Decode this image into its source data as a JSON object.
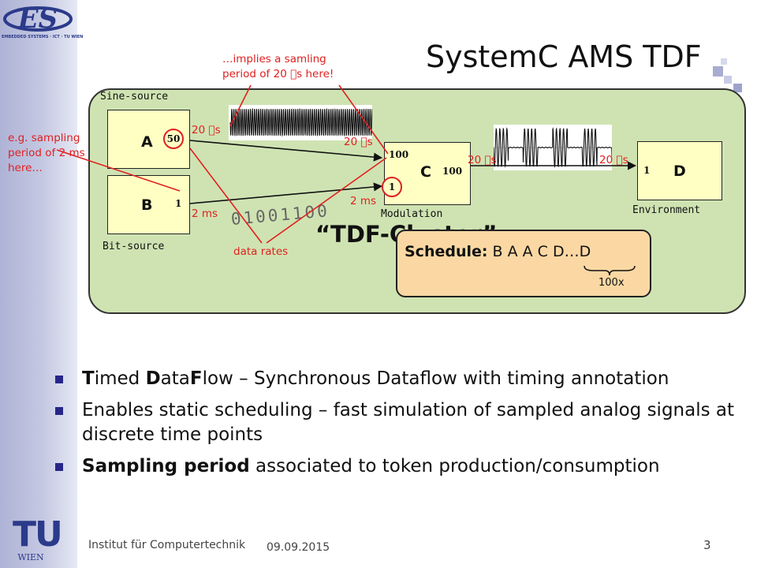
{
  "slide": {
    "title": "SystemC AMS TDF",
    "date": "09.09.2015",
    "institute": "Institut für Computertechnik",
    "page_number": "3"
  },
  "logos": {
    "top_left": "ES",
    "top_left_caption": "EMBEDDED SYSTEMS · ICT · TU WIEN",
    "bottom_left": "TU",
    "bottom_left_caption": "WIEN"
  },
  "diagram": {
    "blocks": {
      "A": {
        "letter": "A",
        "label": "Sine-source",
        "port_rate": "50"
      },
      "B": {
        "letter": "B",
        "label": "Bit-source",
        "port_rate": "1"
      },
      "C": {
        "letter": "C",
        "label": "Modulation",
        "in_rate_top": "100",
        "in_rate_bottom": "1",
        "out_rate": "100"
      },
      "D": {
        "letter": "D",
        "label": "Environment",
        "in_rate": "1"
      }
    },
    "timing": {
      "a_out": "20 \u0000s",
      "c_in_top": "20 \u0000s",
      "c_out": "20 \u0000s",
      "d_in": "20 \u0000s",
      "b_out": "2 ms",
      "c_in_bottom": "2 ms"
    },
    "bits": "01001100",
    "cluster_title": "“TDF-Cluster”",
    "annotations": {
      "implies_line1": "…implies a samling",
      "implies_line2": "period of 20 \u0000s here!",
      "eg_line1": "e.g. sampling",
      "eg_line2": "period of 2 ms",
      "eg_line3": "here…",
      "data_rates": "data rates"
    },
    "schedule": {
      "label": "Schedule:",
      "sequence": "B A A C D…D",
      "repeat": "100x"
    }
  },
  "bullets": [
    {
      "parts": [
        {
          "t": "T",
          "b": true
        },
        {
          "t": "imed ",
          "b": false
        },
        {
          "t": "D",
          "b": true
        },
        {
          "t": "ata",
          "b": false
        },
        {
          "t": "F",
          "b": true
        },
        {
          "t": "low – Synchronous Dataflow with timing annotation",
          "b": false
        }
      ]
    },
    {
      "parts": [
        {
          "t": "Enables static scheduling – fast simulation of sampled analog signals at discrete time points",
          "b": false
        }
      ]
    },
    {
      "parts": [
        {
          "t": "Sampling period",
          "b": true
        },
        {
          "t": " associated to token production/consumption",
          "b": false
        }
      ]
    }
  ]
}
